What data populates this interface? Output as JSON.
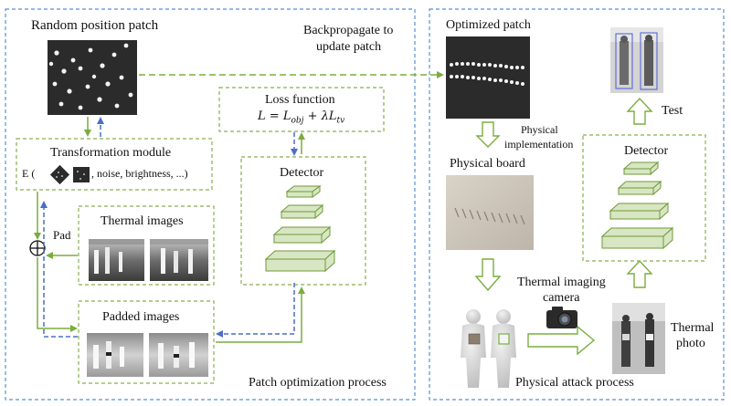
{
  "patch_optimization": {
    "random_patch_label": "Random position patch",
    "backprop_line1": "Backpropagate to",
    "backprop_line2": "update patch",
    "transformation_title": "Transformation module",
    "transformation_formula_prefix": "E (",
    "transformation_formula_suffix": ", noise, brightness, ...)",
    "loss_title": "Loss function",
    "loss_formula": {
      "lhs": "L",
      "eq": "=",
      "term1": "L",
      "term1_sub": "obj",
      "plus": "+",
      "term2_coef": "λ",
      "term2": "L",
      "term2_sub": "tv"
    },
    "detector_label": "Detector",
    "thermal_images_label": "Thermal images",
    "pad_label": "Pad",
    "padded_images_label": "Padded images",
    "process_label": "Patch optimization process"
  },
  "physical_attack": {
    "optimized_patch_label": "Optimized patch",
    "physical_impl_line1": "Physical",
    "physical_impl_line2": "implementation",
    "physical_board_label": "Physical board",
    "detector_label": "Detector",
    "test_label": "Test",
    "camera_line1": "Thermal imaging",
    "camera_line2": "camera",
    "thermal_photo_line1": "Thermal",
    "thermal_photo_line2": "photo",
    "process_label": "Physical attack process"
  },
  "colors": {
    "green_arrow": "#7aad3f",
    "blue_arrow": "#4a6fc7",
    "panel_border": "#5b8fd6",
    "box_border": "#86b04c",
    "layer_fill": "#d8e6c4",
    "layer_stroke": "#6e9a36"
  }
}
